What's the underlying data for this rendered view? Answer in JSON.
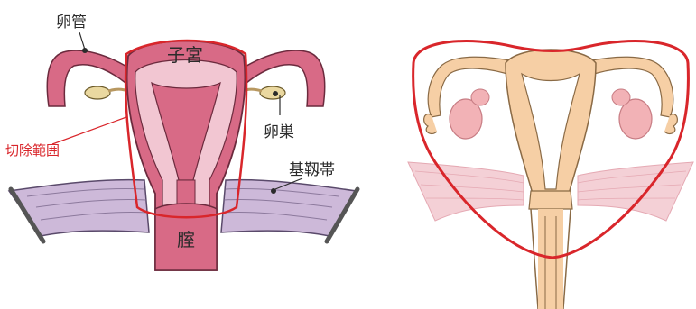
{
  "left_diagram": {
    "labels": {
      "fallopian_tube": "卵管",
      "uterus": "子宮",
      "ovary": "卵巣",
      "excision_range": "切除範囲",
      "cardinal_ligament": "基靱帯",
      "vagina": "腟"
    }
  },
  "colors": {
    "excision_outline": "#d9262b",
    "uterus_fill": "#d86a86",
    "uterus_light": "#f2c6d2",
    "ligament": "#cdb9d9",
    "right_diagram_fill": "#f6cfa5",
    "ovary_right": "#f2b2b6",
    "right_ligament": "#f4d0d6"
  }
}
